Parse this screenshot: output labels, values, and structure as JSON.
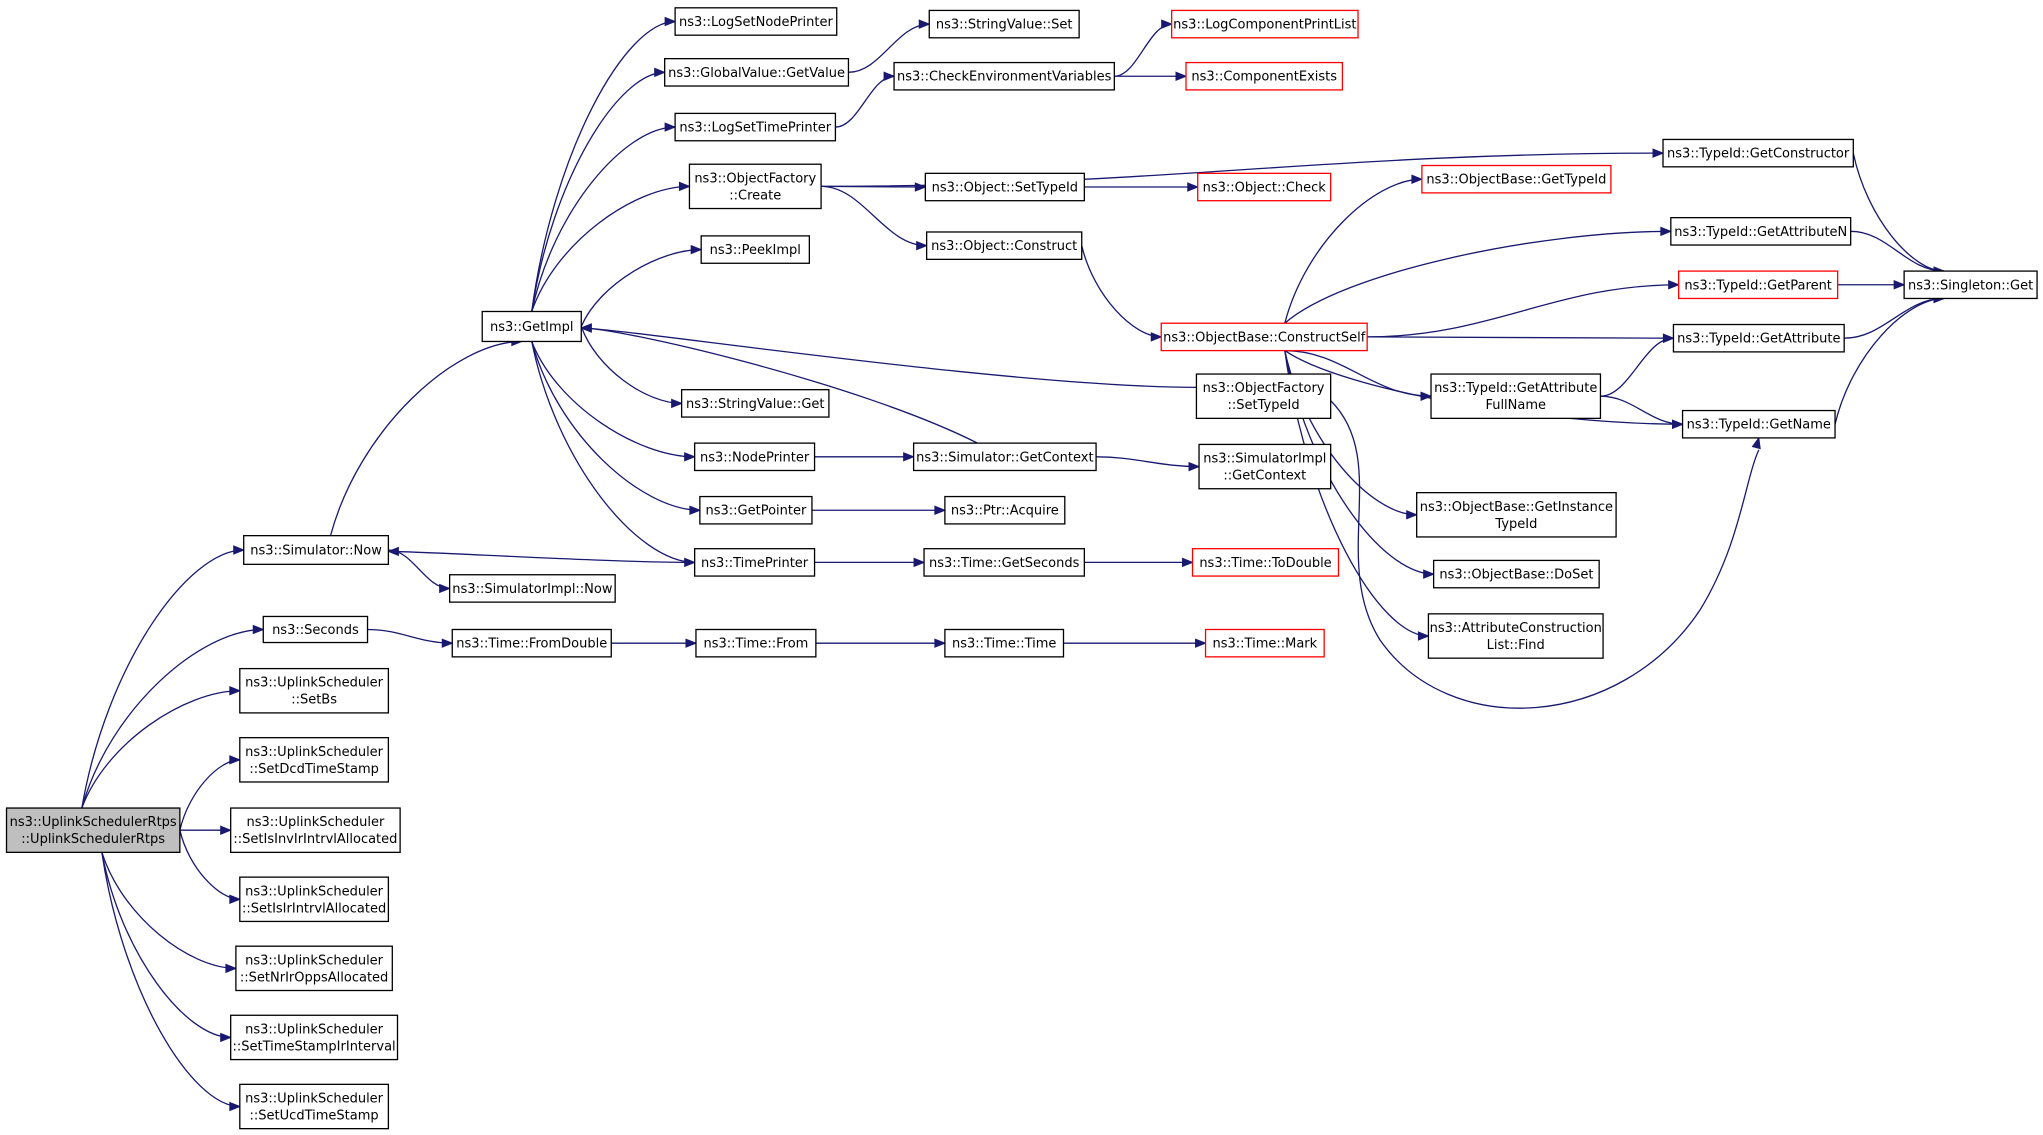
{
  "graph": {
    "root": "root",
    "nodes": [
      {
        "id": "root",
        "lines": [
          "ns3::UplinkSchedulerRtps",
          "::UplinkSchedulerRtps"
        ]
      },
      {
        "id": "simnow",
        "lines": [
          "ns3::Simulator::Now"
        ]
      },
      {
        "id": "seconds",
        "lines": [
          "ns3::Seconds"
        ]
      },
      {
        "id": "setbs",
        "lines": [
          "ns3::UplinkScheduler",
          "::SetBs"
        ]
      },
      {
        "id": "setdcd",
        "lines": [
          "ns3::UplinkScheduler",
          "::SetDcdTimeStamp"
        ]
      },
      {
        "id": "setisinv",
        "lines": [
          "ns3::UplinkScheduler",
          "::SetIsInvIrIntrvlAllocated"
        ]
      },
      {
        "id": "setisir",
        "lines": [
          "ns3::UplinkScheduler",
          "::SetIsIrIntrvlAllocated"
        ]
      },
      {
        "id": "setnrir",
        "lines": [
          "ns3::UplinkScheduler",
          "::SetNrIrOppsAllocated"
        ]
      },
      {
        "id": "settsir",
        "lines": [
          "ns3::UplinkScheduler",
          "::SetTimeStampIrInterval"
        ]
      },
      {
        "id": "setucd",
        "lines": [
          "ns3::UplinkScheduler",
          "::SetUcdTimeStamp"
        ]
      },
      {
        "id": "getimpl",
        "lines": [
          "ns3::GetImpl"
        ]
      },
      {
        "id": "simimplnow",
        "lines": [
          "ns3::SimulatorImpl::Now"
        ]
      },
      {
        "id": "fromdouble",
        "lines": [
          "ns3::Time::FromDouble"
        ]
      },
      {
        "id": "logsetnode",
        "lines": [
          "ns3::LogSetNodePrinter"
        ]
      },
      {
        "id": "gvget",
        "lines": [
          "ns3::GlobalValue::GetValue"
        ]
      },
      {
        "id": "logsettime",
        "lines": [
          "ns3::LogSetTimePrinter"
        ]
      },
      {
        "id": "ofcreate",
        "lines": [
          "ns3::ObjectFactory",
          "::Create"
        ]
      },
      {
        "id": "peekimpl",
        "lines": [
          "ns3::PeekImpl"
        ]
      },
      {
        "id": "svget",
        "lines": [
          "ns3::StringValue::Get"
        ]
      },
      {
        "id": "nodeprinter",
        "lines": [
          "ns3::NodePrinter"
        ]
      },
      {
        "id": "getpointer",
        "lines": [
          "ns3::GetPointer"
        ]
      },
      {
        "id": "timeprinter",
        "lines": [
          "ns3::TimePrinter"
        ]
      },
      {
        "id": "timefrom",
        "lines": [
          "ns3::Time::From"
        ]
      },
      {
        "id": "svset",
        "lines": [
          "ns3::StringValue::Set"
        ]
      },
      {
        "id": "checkenv",
        "lines": [
          "ns3::CheckEnvironmentVariables"
        ]
      },
      {
        "id": "objsettid",
        "lines": [
          "ns3::Object::SetTypeId"
        ]
      },
      {
        "id": "objconstruct",
        "lines": [
          "ns3::Object::Construct"
        ]
      },
      {
        "id": "simgetctx",
        "lines": [
          "ns3::Simulator::GetContext"
        ]
      },
      {
        "id": "ptracq",
        "lines": [
          "ns3::Ptr::Acquire"
        ]
      },
      {
        "id": "timegetsec",
        "lines": [
          "ns3::Time::GetSeconds"
        ]
      },
      {
        "id": "timetime",
        "lines": [
          "ns3::Time::Time"
        ]
      },
      {
        "id": "logcompprint",
        "lines": [
          "ns3::LogComponentPrintList"
        ]
      },
      {
        "id": "compexists",
        "lines": [
          "ns3::ComponentExists"
        ]
      },
      {
        "id": "objcheck",
        "lines": [
          "ns3::Object::Check"
        ]
      },
      {
        "id": "obgettid",
        "lines": [
          "ns3::ObjectBase::GetTypeId"
        ]
      },
      {
        "id": "obconstructself",
        "lines": [
          "ns3::ObjectBase::ConstructSelf"
        ]
      },
      {
        "id": "ofsettid",
        "lines": [
          "ns3::ObjectFactory",
          "::SetTypeId"
        ]
      },
      {
        "id": "simimplgetctx",
        "lines": [
          "ns3::SimulatorImpl",
          "::GetContext"
        ]
      },
      {
        "id": "timetodouble",
        "lines": [
          "ns3::Time::ToDouble"
        ]
      },
      {
        "id": "timemark",
        "lines": [
          "ns3::Time::Mark"
        ]
      },
      {
        "id": "tidgetctor",
        "lines": [
          "ns3::TypeId::GetConstructor"
        ]
      },
      {
        "id": "tidgetattrn",
        "lines": [
          "ns3::TypeId::GetAttributeN"
        ]
      },
      {
        "id": "tidgetparent",
        "lines": [
          "ns3::TypeId::GetParent"
        ]
      },
      {
        "id": "tidgetattr",
        "lines": [
          "ns3::TypeId::GetAttribute"
        ]
      },
      {
        "id": "tidgetattrfull",
        "lines": [
          "ns3::TypeId::GetAttribute",
          "FullName"
        ]
      },
      {
        "id": "tidgetname",
        "lines": [
          "ns3::TypeId::GetName"
        ]
      },
      {
        "id": "obgetinst",
        "lines": [
          "ns3::ObjectBase::GetInstance",
          "TypeId"
        ]
      },
      {
        "id": "obdoset",
        "lines": [
          "ns3::ObjectBase::DoSet"
        ]
      },
      {
        "id": "acfind",
        "lines": [
          "ns3::AttributeConstruction",
          "List::Find"
        ]
      },
      {
        "id": "singletonget",
        "lines": [
          "ns3::Singleton::Get"
        ]
      }
    ]
  }
}
